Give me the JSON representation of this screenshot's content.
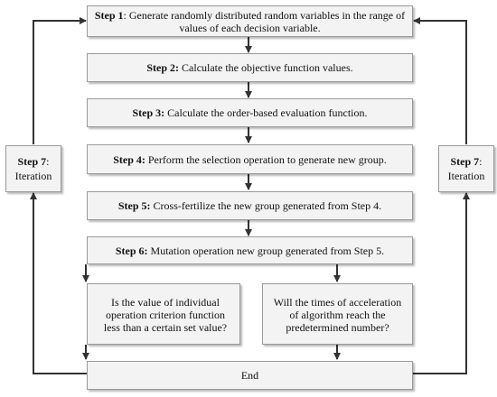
{
  "steps": {
    "s1": {
      "label": "Step 1",
      "text": ": Generate randomly distributed random variables in the range of values of each decision variable."
    },
    "s2": {
      "label": "Step 2:",
      "text": " Calculate the objective function values."
    },
    "s3": {
      "label": "Step 3:",
      "text": " Calculate the order-based evaluation function."
    },
    "s4": {
      "label": "Step 4:",
      "text": " Perform the selection operation to generate new group."
    },
    "s5": {
      "label": "Step 5:",
      "text": " Cross-fertilize the new group generated from Step 4."
    },
    "s6": {
      "label": "Step 6:",
      "text": " Mutation operation new group generated from Step 5."
    }
  },
  "decisions": {
    "left": "Is the value of individual operation criterion function less than a certain set value?",
    "right": "Will  the times of acceleration of algorithm reach the predetermined number?"
  },
  "end": {
    "label": "End"
  },
  "iteration_left": {
    "label": "Step 7",
    "suffix": ":",
    "text": "Iteration"
  },
  "iteration_right": {
    "label": "Step 7",
    "suffix": ":",
    "text": "Iteration"
  }
}
